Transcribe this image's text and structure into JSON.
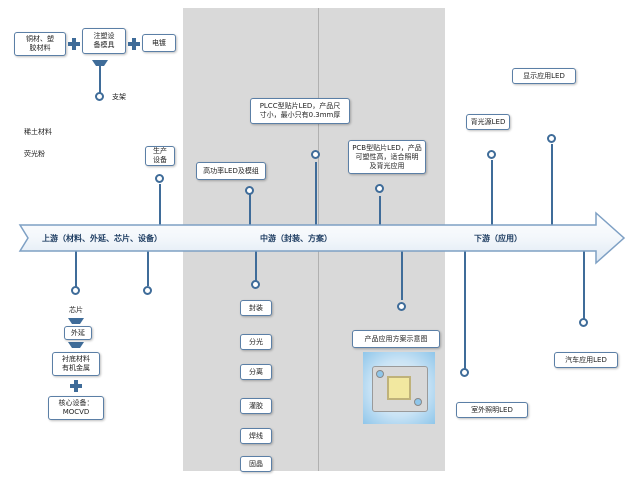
{
  "stages": {
    "upstream": "上游（材料、外延、芯片、设备）",
    "midstream": "中游（封装、方案）",
    "downstream": "下游（应用）"
  },
  "upstream": {
    "materials_box": "铜材、塑\n胶材料",
    "injection_box": "注塑设\n备模具",
    "wire_box": "电镀",
    "bracket_label": "支架",
    "rare_earth_label": "稀土材料",
    "phosphor_label": "荧光粉",
    "production_equipment_box": "生产\n设备",
    "chip_label": "芯片",
    "epitaxy_box": "外延",
    "substrate_box": "衬底材料\n有机金属",
    "core_equipment_box": "核心设备：\nMOCVD"
  },
  "midstream": {
    "high_power_box": "高功率LED及模组",
    "plcc_box": "PLCC型贴片LED，产品尺\n寸小，最小只有0.3mm厚",
    "pcb_box": "PCB型贴片LED，产品\n可塑性高，适合照明\n及背光应用",
    "process_steps": [
      "封装",
      "分光",
      "分离",
      "灌胶",
      "焊线",
      "固晶"
    ],
    "application_diagram_box": "产品应用方案示意图"
  },
  "downstream": {
    "display_box": "显示应用LED",
    "backlight_box": "背光源LED",
    "outdoor_box": "室外照明LED",
    "automotive_box": "汽车应用LED"
  },
  "colors": {
    "node_stroke": "#3f6c99",
    "box_border": "#5b7fa6",
    "arrow_border": "#7ea0c4"
  }
}
